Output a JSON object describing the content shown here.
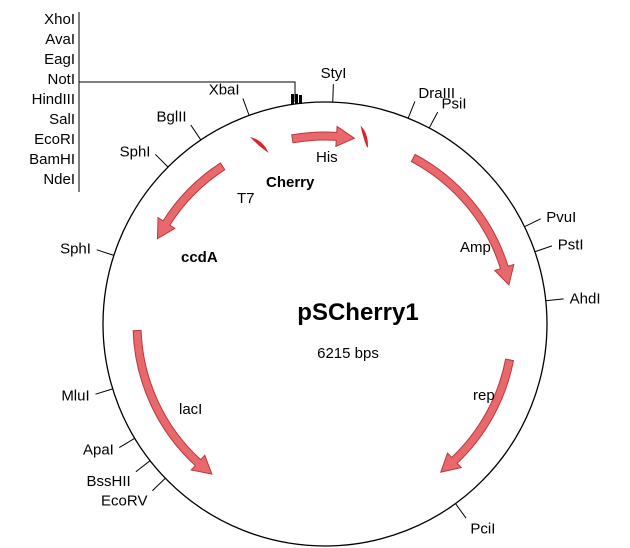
{
  "plasmid": {
    "name": "pSCherry1",
    "size_label": "6215 bps"
  },
  "colors": {
    "feature_fill": "#e8686b",
    "feature_stroke": "#b83a3d",
    "small_feature": "#d9262b",
    "backbone": "#000000"
  },
  "cluster_sites": [
    "XhoI",
    "AvaI",
    "EagI",
    "NotI",
    "HindIII",
    "SalI",
    "EcoRI",
    "BamHI",
    "NdeI"
  ],
  "sites": [
    {
      "name": "StyI",
      "angle": 2
    },
    {
      "name": "DraIII",
      "angle": 22
    },
    {
      "name": "PsiI",
      "angle": 28
    },
    {
      "name": "PvuI",
      "angle": 64
    },
    {
      "name": "PstI",
      "angle": 71
    },
    {
      "name": "AhdI",
      "angle": 84
    },
    {
      "name": "PciI",
      "angle": 144
    },
    {
      "name": "EcoRV",
      "angle": 226
    },
    {
      "name": "BssHII",
      "angle": 232
    },
    {
      "name": "ApaI",
      "angle": 239
    },
    {
      "name": "MluI",
      "angle": 253
    },
    {
      "name": "SphI",
      "angle": 288
    },
    {
      "name": "SphI",
      "angle": 315
    },
    {
      "name": "BglII",
      "angle": 326
    },
    {
      "name": "XbaI",
      "angle": 340
    }
  ],
  "features": [
    {
      "name": "Cherry",
      "bold": true,
      "start": 350,
      "end": 369,
      "direction": "cw"
    },
    {
      "name": "Amp",
      "bold": false,
      "start": 28,
      "end": 78,
      "direction": "cw"
    },
    {
      "name": "rep",
      "bold": false,
      "start": 101,
      "end": 142,
      "direction": "cw"
    },
    {
      "name": "lacI",
      "bold": false,
      "start": 268,
      "end": 217,
      "direction": "ccw"
    },
    {
      "name": "ccdA",
      "bold": true,
      "start": 327,
      "end": 297,
      "direction": "ccw"
    }
  ],
  "small_features": [
    {
      "name": "T7",
      "angle": 340
    },
    {
      "name": "His",
      "angle": 12
    }
  ]
}
